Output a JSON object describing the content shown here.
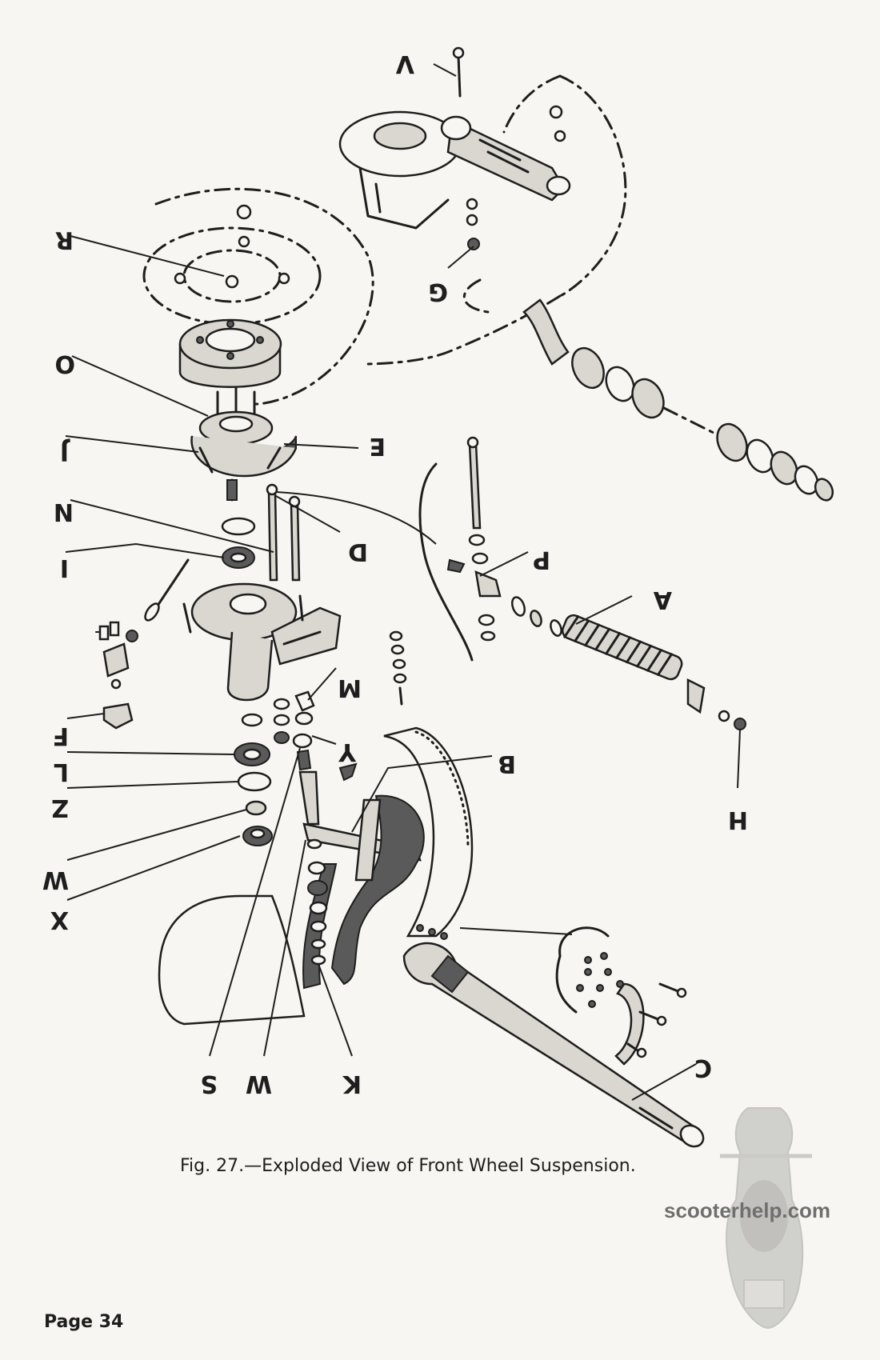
{
  "caption": "Fig. 27.—Exploded View of Front Wheel Suspension.",
  "watermark": "scooterhelp.com",
  "page_label": "Page 34",
  "labels": {
    "V": "V",
    "R": "R",
    "G": "G",
    "O": "O",
    "E": "E",
    "J": "J",
    "N": "N",
    "D": "D",
    "I": "I",
    "P": "P",
    "A": "A",
    "M": "M",
    "Y": "Y",
    "F": "F",
    "L": "L",
    "Z": "Z",
    "W": "W",
    "X": "X",
    "B": "B",
    "H": "H",
    "C": "C",
    "S": "S",
    "K": "K"
  }
}
